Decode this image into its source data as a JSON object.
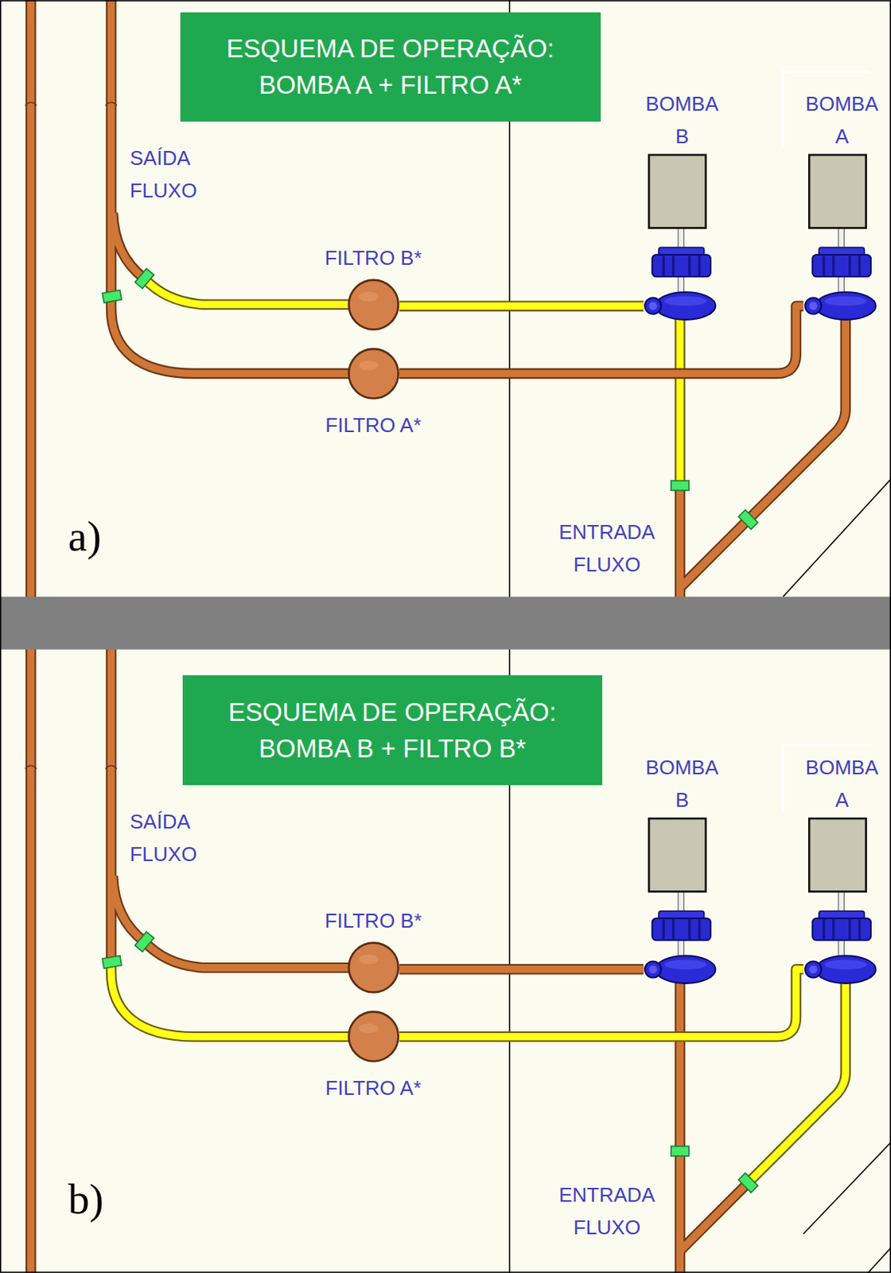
{
  "diagram": {
    "nodes": [
      {
        "text": [
          "ESQUEMA DE OPERAÇÃO: BOMBA A + FILTRO A*"
        ]
      },
      {
        "text": [
          "BOMBA B"
        ]
      },
      {
        "text": [
          "BOMBA A"
        ]
      },
      {
        "text": [
          "FILTRO B*"
        ]
      },
      {
        "text": [
          "FILTRO A*"
        ]
      },
      {
        "text": [
          "ESQUEMA DE OPERAÇÃO: BOMBA B + FILTRO B*"
        ]
      },
      {
        "text": [
          "BOMBA B"
        ]
      },
      {
        "text": [
          "BOMBA A"
        ]
      },
      {
        "text": [
          "FILTRO B*"
        ]
      },
      {
        "text": [
          "FILTRO A*"
        ]
      }
    ],
    "edges": [
      {
        "from": 1,
        "to": 3,
        "arrow": "none"
      },
      {
        "from": 2,
        "to": 4,
        "arrow": "none"
      },
      {
        "from": 6,
        "to": 8,
        "arrow": "none"
      },
      {
        "from": 7,
        "to": 9,
        "arrow": "none"
      }
    ],
    "labels": [
      "SAÍDA FLUXO",
      "ENTRADA FLUXO",
      "a)",
      "SAÍDA FLUXO",
      "ENTRADA FLUXO",
      "b)"
    ]
  }
}
